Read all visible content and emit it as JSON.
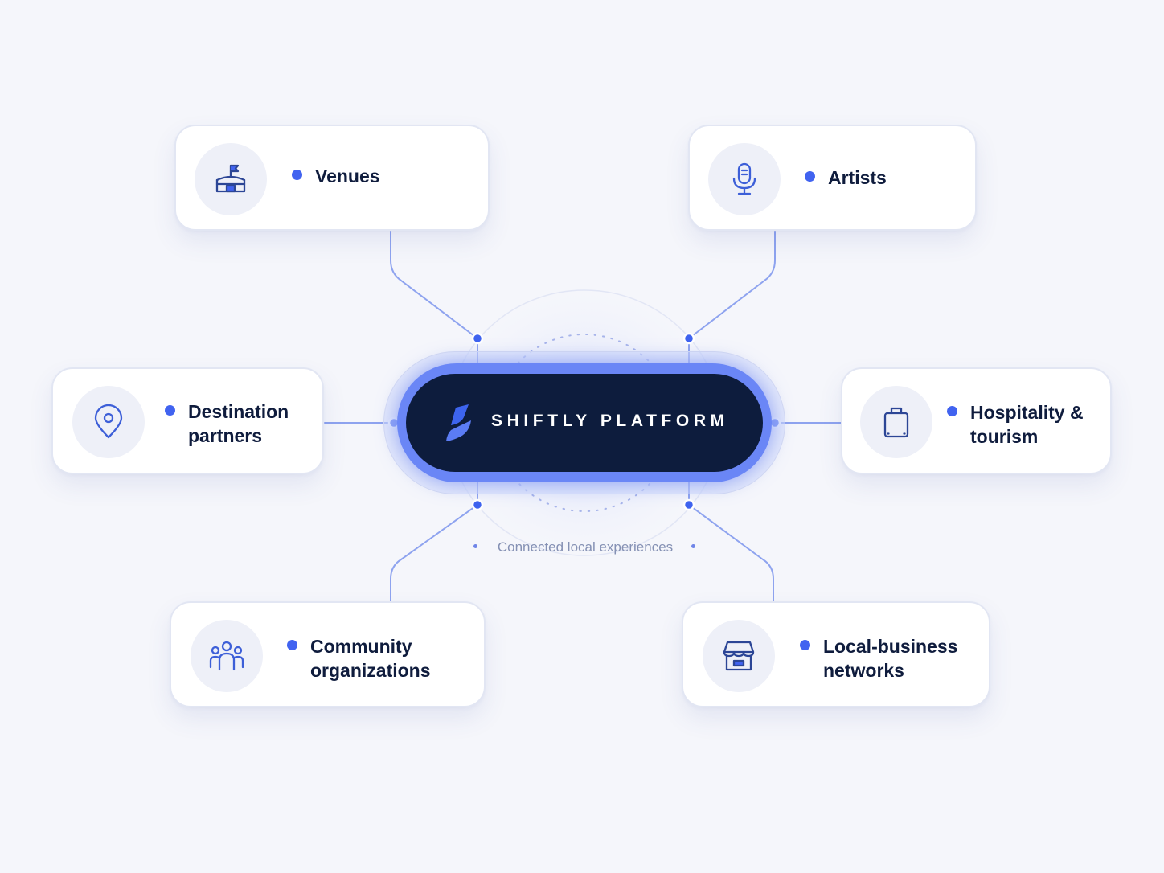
{
  "platform": {
    "title": "SHIFTLY PLATFORM",
    "logo_icon": "shiftly-logo-icon"
  },
  "caption": "Connected local experiences",
  "colors": {
    "background": "#f5f6fb",
    "hub": "#0d1c3d",
    "accent": "#4163f0",
    "text": "#0f1c3d",
    "connector": "#8ea3ef"
  },
  "partners": [
    {
      "id": "venues",
      "label": "Venues",
      "icon": "stadium-flag-icon"
    },
    {
      "id": "artists",
      "label": "Artists",
      "icon": "microphone-icon"
    },
    {
      "id": "destination",
      "label": "Destination\npartners",
      "icon": "map-pin-icon"
    },
    {
      "id": "hospitality",
      "label": "Hospitality &\ntourism",
      "icon": "suitcase-icon"
    },
    {
      "id": "community",
      "label": "Community\norganizations",
      "icon": "people-group-icon"
    },
    {
      "id": "local-business",
      "label": "Local-business\nnetworks",
      "icon": "storefront-icon"
    }
  ]
}
